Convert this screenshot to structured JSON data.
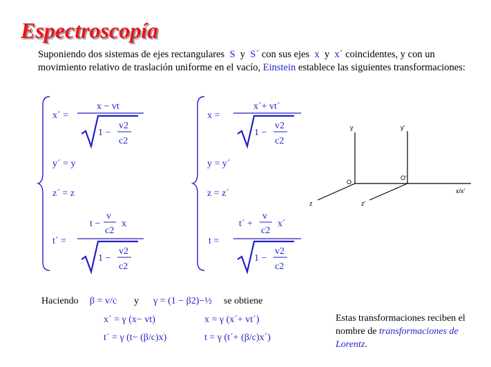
{
  "title": "Espectroscopía",
  "intro": {
    "p1": "Suponiendo dos sistemas de ejes rectangulares",
    "S": "S",
    "y1": "y",
    "Sp": "S´",
    "p2": "con sus ejes",
    "x": "x",
    "y2": "y",
    "xp": "x´",
    "p3": "coincidentes, y con un movimiento relativo de traslación uniforme en el vacío,",
    "einstein": "Einstein",
    "p4": "establece las siguientes transformaciones:"
  },
  "left_system": {
    "x_lhs": "x´ =",
    "x_num": "x − vt",
    "y_eq": "y´ = y",
    "z_eq": "z´ = z",
    "t_lhs": "t´ =",
    "t_num_a": "t −",
    "t_num_frac_top": "v",
    "t_num_frac_bot": "c2",
    "t_num_b": "x"
  },
  "right_system": {
    "x_lhs": "x =",
    "x_num": "x´+ vt´",
    "y_eq": "y = y´",
    "z_eq": "z = z´",
    "t_lhs": "t =",
    "t_num_a": "t´ +",
    "t_num_frac_top": "v",
    "t_num_frac_bot": "c2",
    "t_num_b": "x´"
  },
  "root": {
    "one_minus": "1 −",
    "top": "v2",
    "bot": "c2"
  },
  "diagram": {
    "y": "y",
    "yp": "y'",
    "O": "O",
    "Op": "O'",
    "x": "x/x'",
    "z": "z",
    "zp": "z'"
  },
  "haciendo": {
    "word": "Haciendo",
    "beta": "β = v/c",
    "y": "y",
    "gamma": "γ = (1 − β2)−½",
    "obtiene": "se obtiene"
  },
  "simplified": {
    "e1": "x´ = γ (x− vt)",
    "e2": "x = γ (x´+ vt´)",
    "e3": "t´ = γ (t− (β/c)x)",
    "e4": "t = γ (t´+ (β/c)x´)"
  },
  "note": {
    "text": "Estas transformaciones reciben el nombre de",
    "em": "transformaciones de Lorentz",
    "end": "."
  }
}
